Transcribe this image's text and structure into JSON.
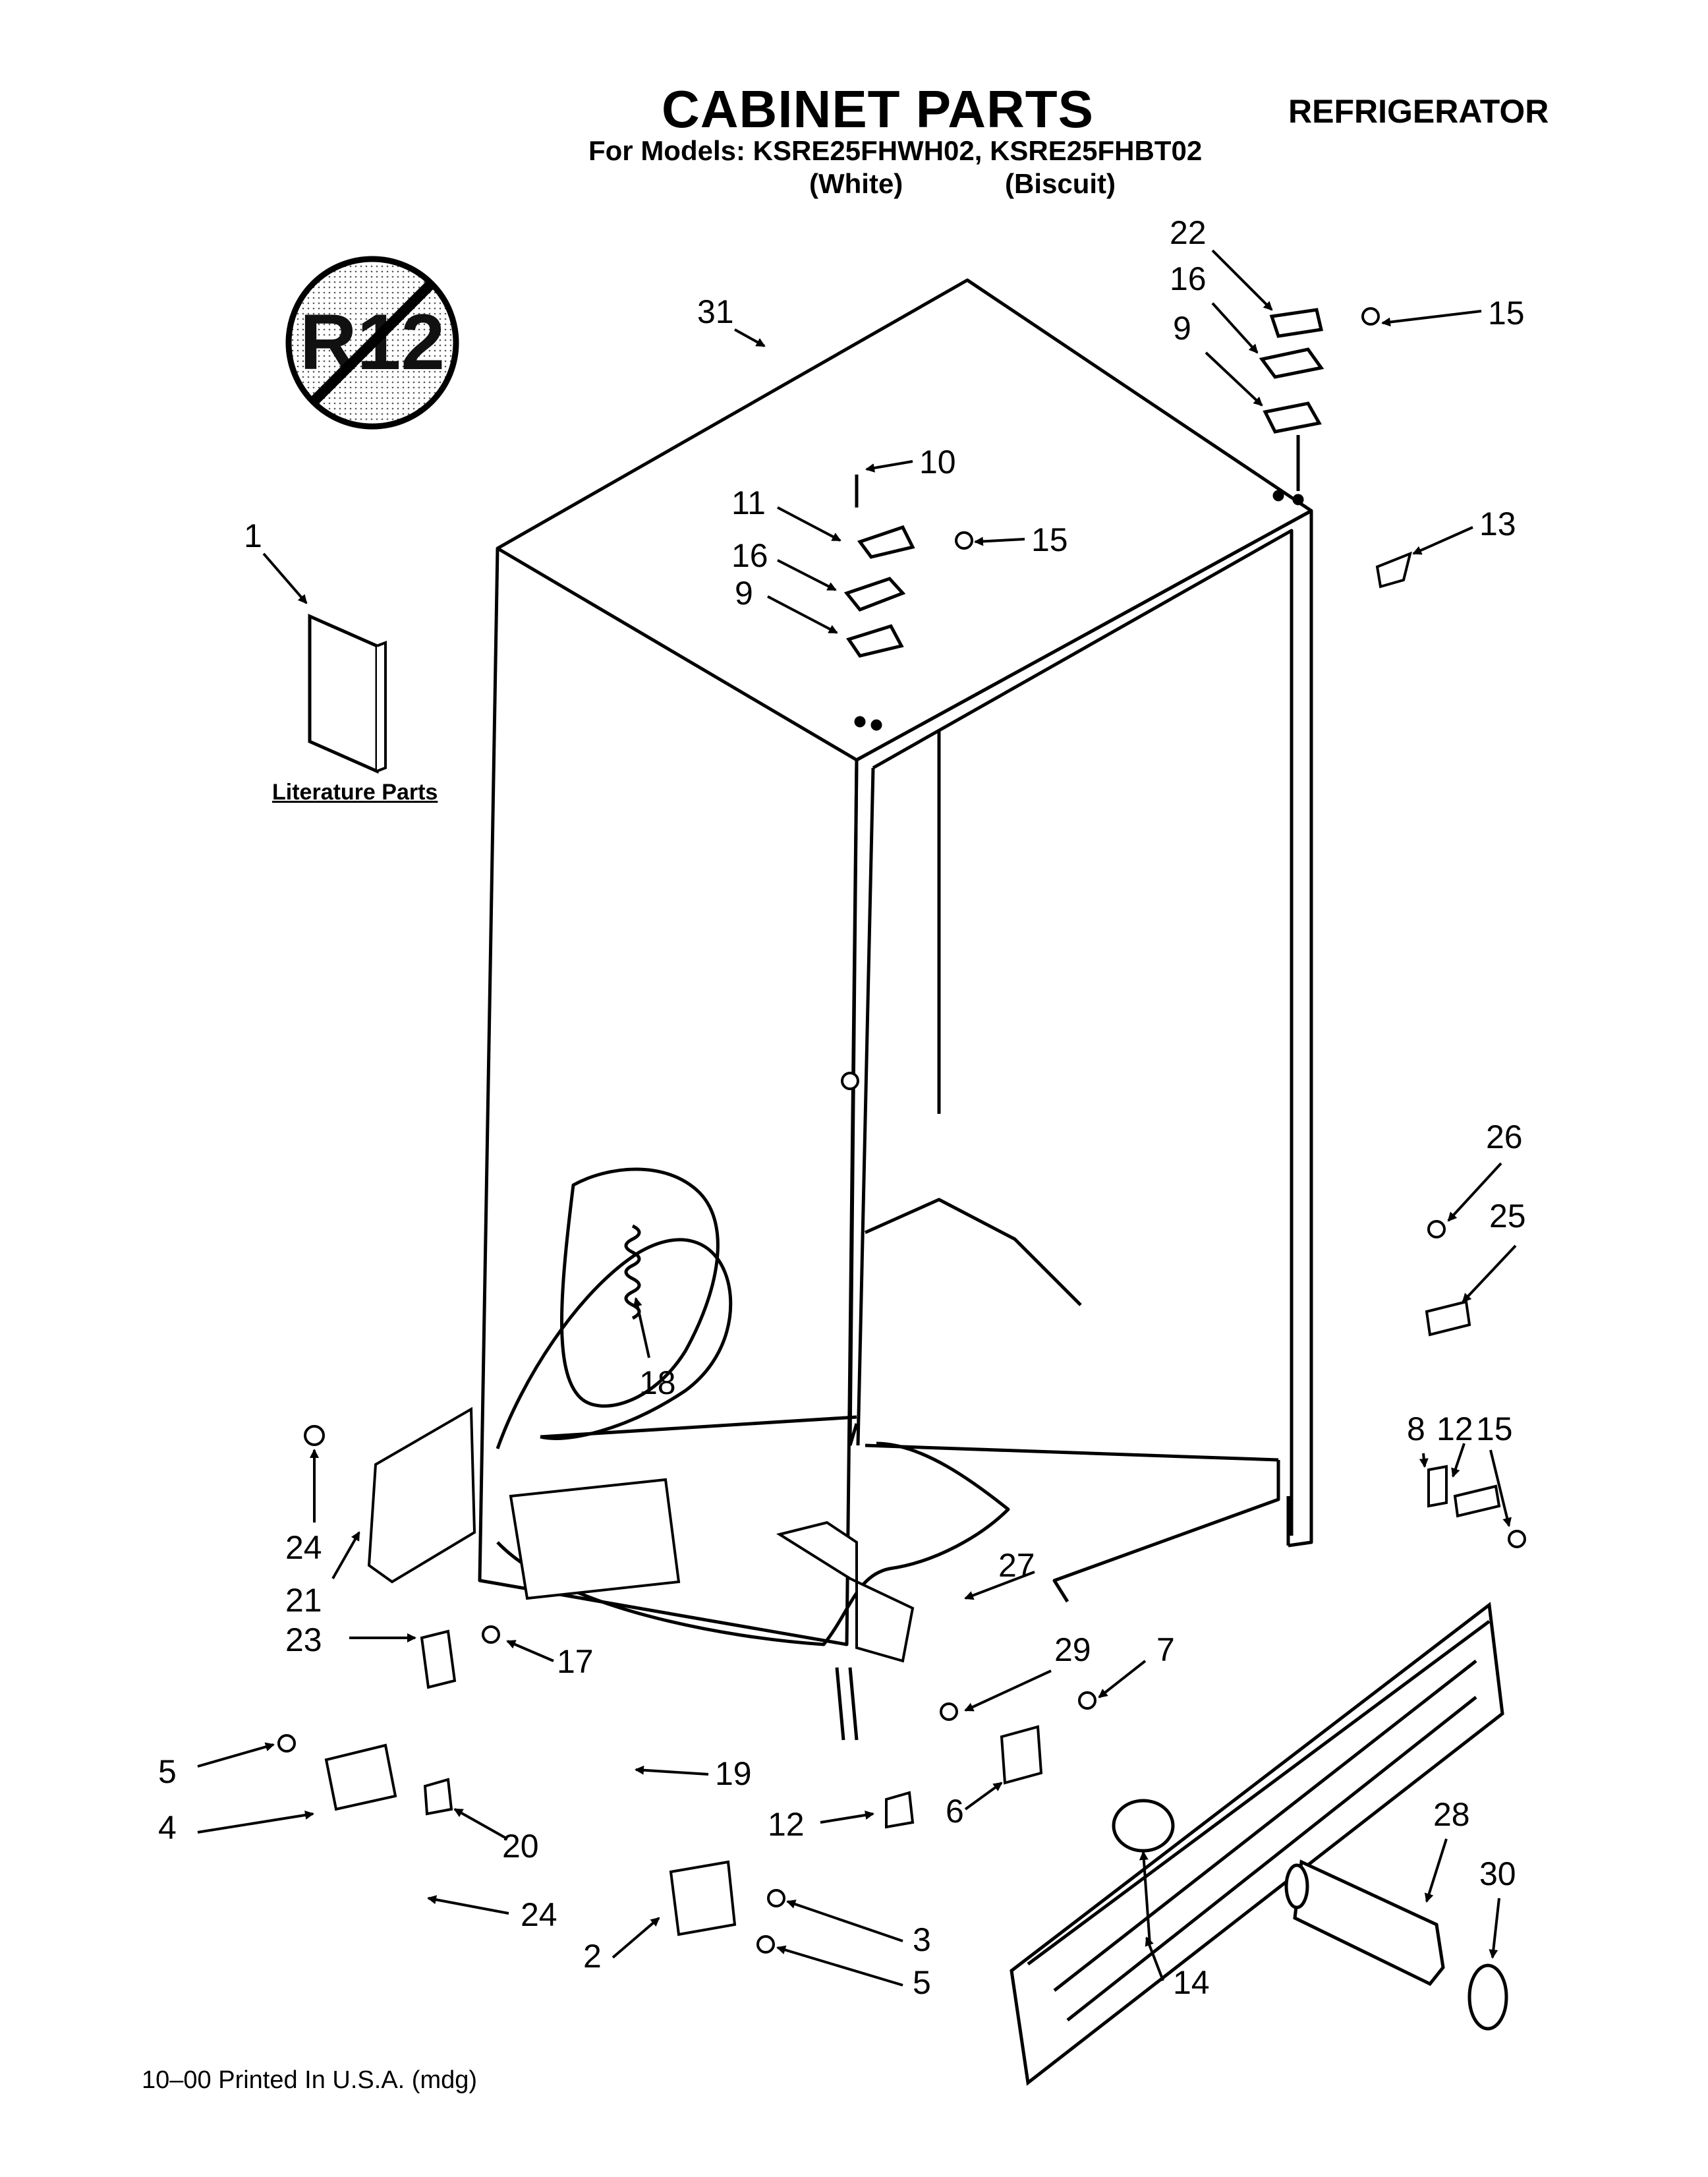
{
  "header": {
    "title": "CABINET PARTS",
    "document_type": "REFRIGERATOR",
    "models_line": "For Models: KSRE25FHWH02, KSRE25FHBT02",
    "model_colors": [
      "(White)",
      "(Biscuit)"
    ]
  },
  "badge": {
    "text": "R12",
    "icon": "no-r12-refrigerant-icon"
  },
  "literature": {
    "label": "Literature Parts"
  },
  "callouts": {
    "c31": "31",
    "c1": "1",
    "c10": "10",
    "c11": "11",
    "c15a": "15",
    "c16a": "16",
    "c9a": "9",
    "c22": "22",
    "c16b": "16",
    "c9b": "9",
    "c15b": "15",
    "c13": "13",
    "c26": "26",
    "c25": "25",
    "c8": "8",
    "c12a": "12",
    "c15c": "15",
    "c18": "18",
    "c24a": "24",
    "c21": "21",
    "c23": "23",
    "c17": "17",
    "c27": "27",
    "c29": "29",
    "c7": "7",
    "c5a": "5",
    "c4": "4",
    "c19": "19",
    "c20": "20",
    "c24b": "24",
    "c6": "6",
    "c12b": "12",
    "c2": "2",
    "c3": "3",
    "c5b": "5",
    "c28": "28",
    "c30": "30",
    "c14": "14"
  },
  "footer": {
    "text": "10–00 Printed In U.S.A. (mdg)"
  }
}
